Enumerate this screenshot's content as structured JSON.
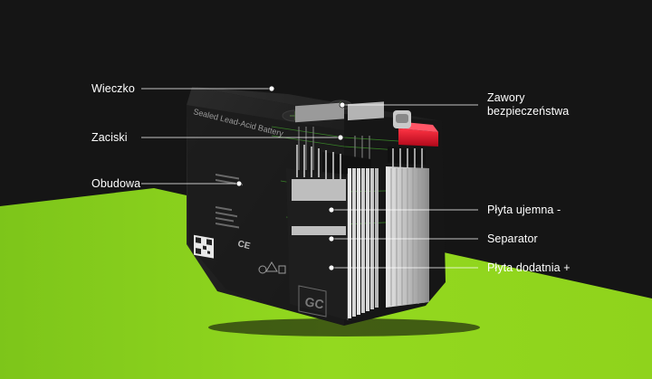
{
  "diagram": {
    "labels_left": [
      "Wieczko",
      "Zaciski",
      "Obudowa"
    ],
    "labels_right": [
      "Zawory bezpieczeństwa",
      "Płyta ujemna -",
      "Separator",
      "Płyta dodatnia +"
    ],
    "battery_print": {
      "product": "Sealed Lead-Acid Battery",
      "logo": "GC",
      "ce_mark": "CE"
    }
  },
  "colors": {
    "background_dark": "#151515",
    "accent_green": "#8ed11f",
    "terminal_red": "#e0122a",
    "leader_line": "#ffffff"
  }
}
